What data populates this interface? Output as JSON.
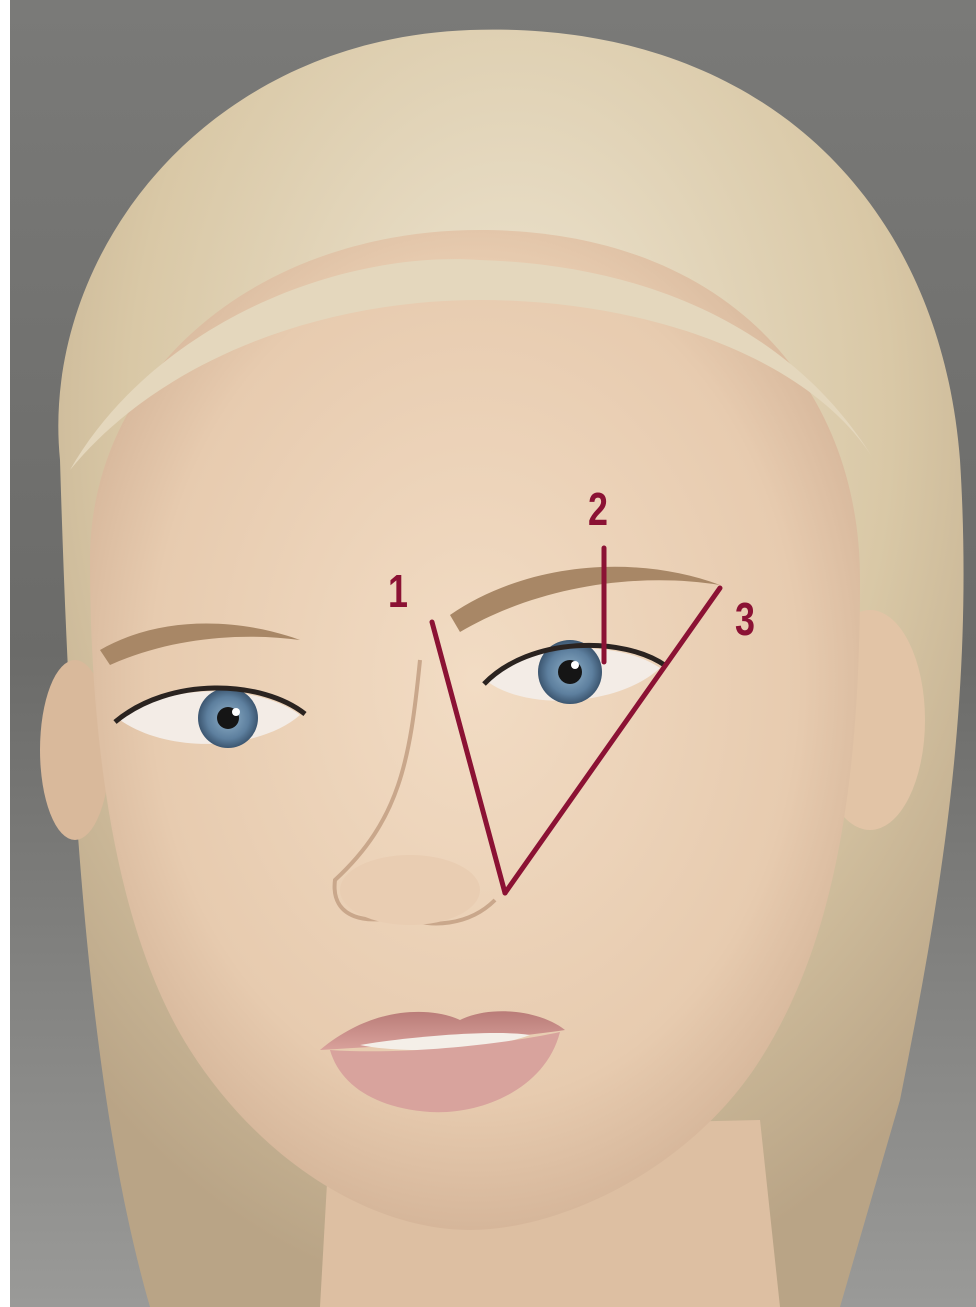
{
  "guides": {
    "labels": [
      "1",
      "2",
      "3"
    ]
  },
  "colors": {
    "guide": "#8b1234",
    "background": "#6e6e6c",
    "hair": "#d8c9a8",
    "skin": "#ead1b6",
    "iris": "#5d7f9e",
    "lips": "#c98b86",
    "brow": "#a88766"
  }
}
